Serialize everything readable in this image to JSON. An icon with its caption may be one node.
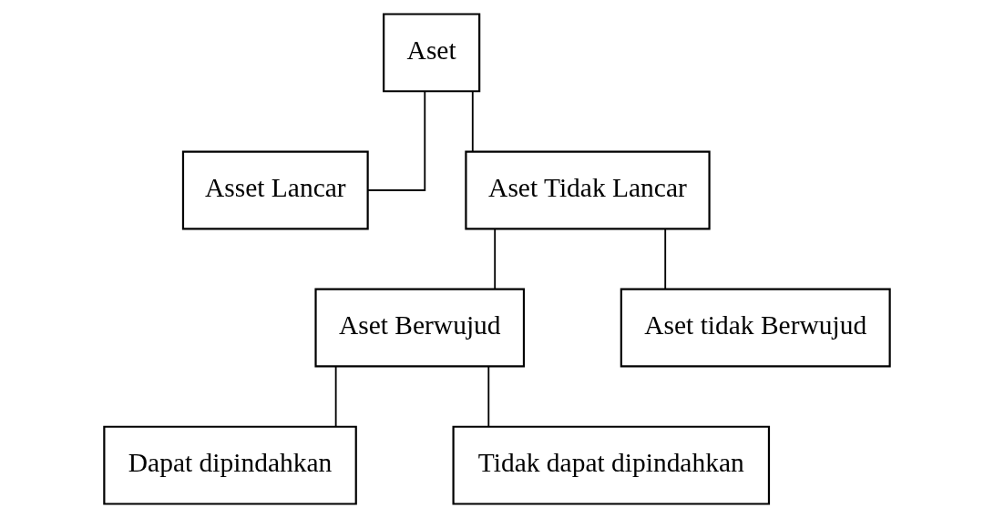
{
  "diagram": {
    "nodes": [
      {
        "text": [
          "Aset"
        ]
      },
      {
        "text": [
          "Asset Lancar"
        ]
      },
      {
        "text": [
          "Aset Tidak Lancar"
        ]
      },
      {
        "text": [
          "Aset Berwujud"
        ]
      },
      {
        "text": [
          "Aset tidak Berwujud"
        ]
      },
      {
        "text": [
          "Dapat dipindahkan"
        ]
      },
      {
        "text": [
          "Tidak dapat dipindahkan"
        ]
      }
    ],
    "edges": [
      {
        "from": 0,
        "to": 1,
        "arrow": "none"
      },
      {
        "from": 0,
        "to": 2,
        "arrow": "none"
      },
      {
        "from": 2,
        "to": 3,
        "arrow": "none"
      },
      {
        "from": 2,
        "to": 4,
        "arrow": "none"
      },
      {
        "from": 3,
        "to": 5,
        "arrow": "none"
      },
      {
        "from": 3,
        "to": 6,
        "arrow": "none"
      }
    ]
  }
}
